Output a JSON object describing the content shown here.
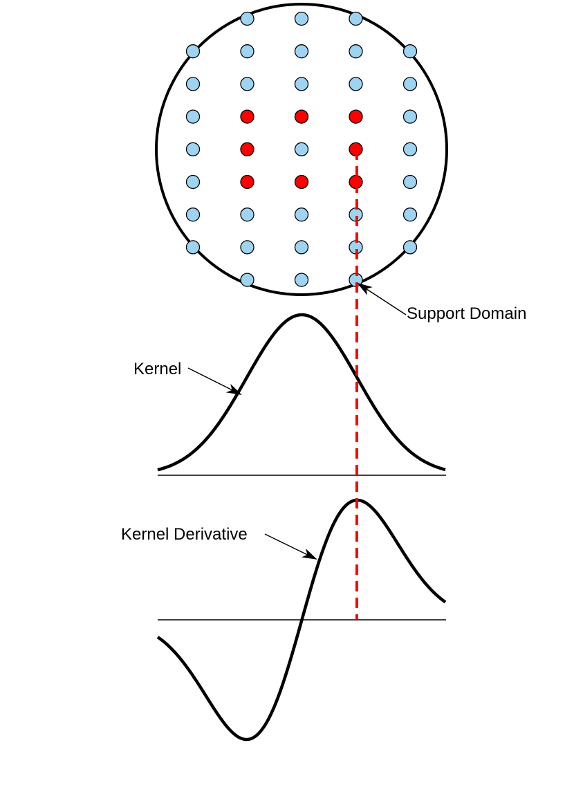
{
  "labels": {
    "support_domain": "Support Domain",
    "kernel": "Kernel",
    "kernel_derivative": "Kernel Derivative"
  },
  "colors": {
    "neighbor_particle": "#9fd3f2",
    "active_particle": "#ff0000",
    "outline": "#000000",
    "guide_line": "#ff0000"
  },
  "particle_grid": {
    "columns": 5,
    "rows": 9,
    "active_cells": [
      [
        1,
        3
      ],
      [
        2,
        3
      ],
      [
        3,
        3
      ],
      [
        1,
        4
      ],
      [
        3,
        4
      ],
      [
        1,
        5
      ],
      [
        2,
        5
      ],
      [
        3,
        5
      ]
    ]
  }
}
